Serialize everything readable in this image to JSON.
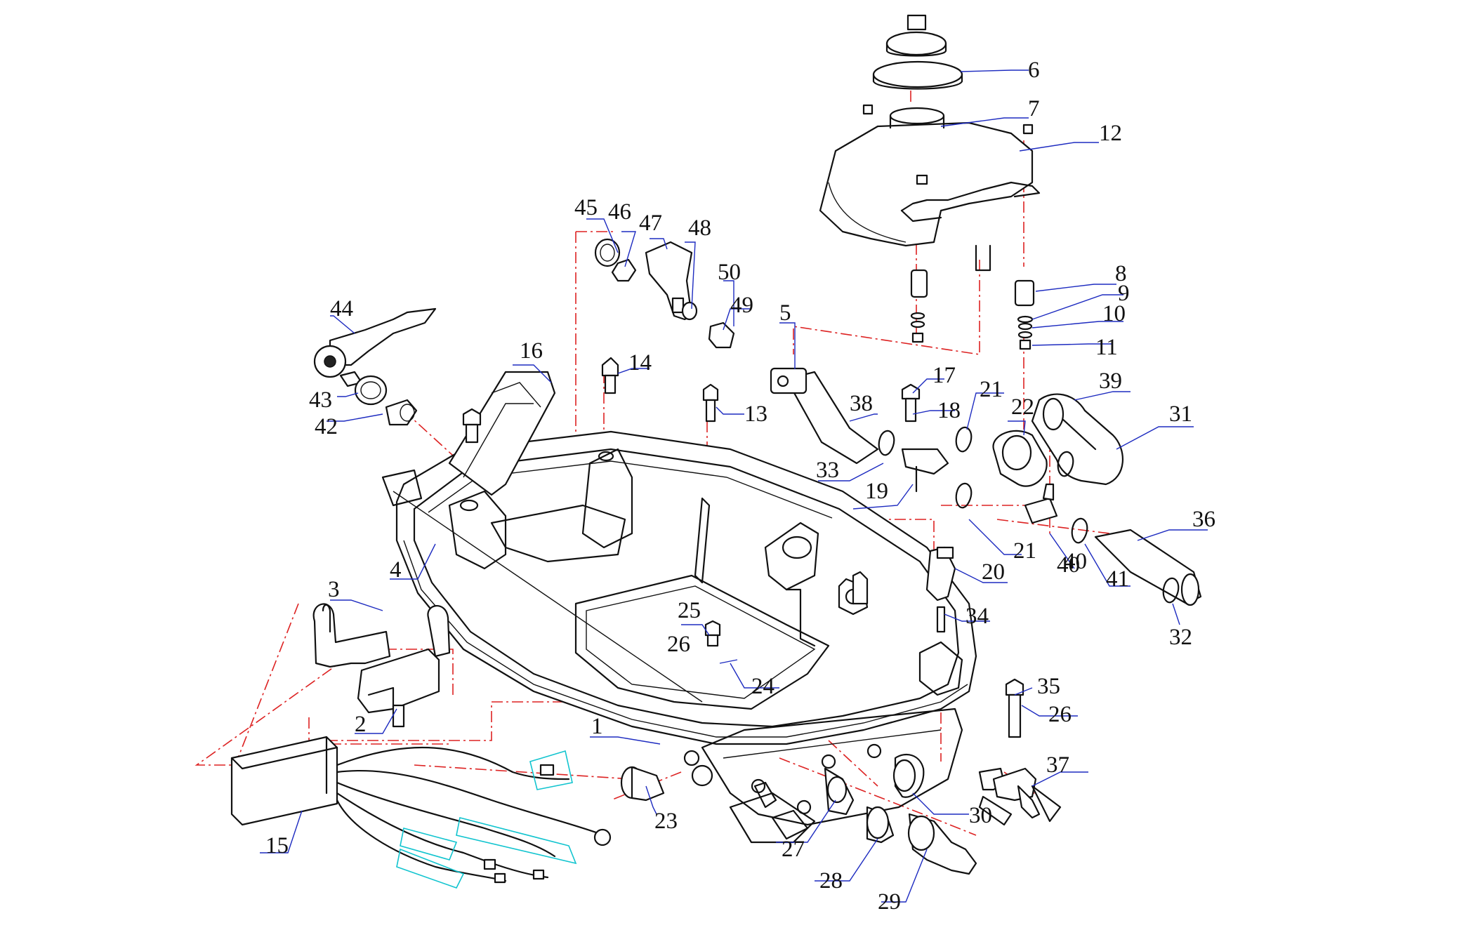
{
  "diagram": {
    "callouts": [
      "1",
      "2",
      "3",
      "4",
      "5",
      "6",
      "7",
      "8",
      "9",
      "10",
      "11",
      "12",
      "13",
      "14",
      "15",
      "16",
      "17",
      "18",
      "19",
      "20",
      "21",
      "21",
      "22",
      "23",
      "24",
      "25",
      "26",
      "26",
      "27",
      "28",
      "29",
      "30",
      "31",
      "32",
      "33",
      "34",
      "35",
      "36",
      "37",
      "38",
      "39",
      "40",
      "40",
      "41",
      "42",
      "43",
      "44",
      "45",
      "46",
      "47",
      "48",
      "49",
      "50"
    ]
  }
}
